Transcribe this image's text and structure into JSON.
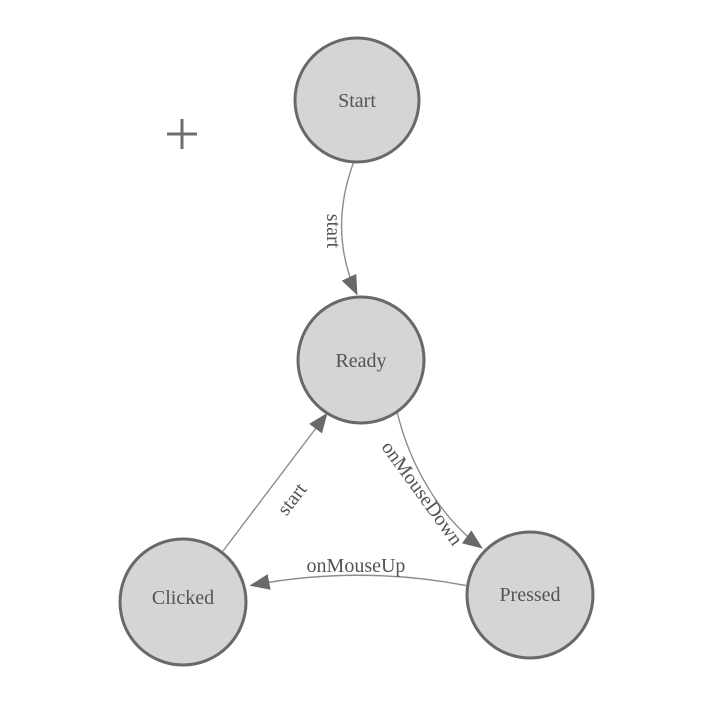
{
  "diagram": {
    "type": "state-machine",
    "nodes": [
      {
        "id": "start",
        "label": "Start"
      },
      {
        "id": "ready",
        "label": "Ready"
      },
      {
        "id": "clicked",
        "label": "Clicked"
      },
      {
        "id": "pressed",
        "label": "Pressed"
      }
    ],
    "edges": [
      {
        "from": "start",
        "to": "ready",
        "label": "start"
      },
      {
        "from": "clicked",
        "to": "ready",
        "label": "start"
      },
      {
        "from": "ready",
        "to": "pressed",
        "label": "onMouseDown"
      },
      {
        "from": "pressed",
        "to": "clicked",
        "label": "onMouseUp"
      }
    ],
    "colors": {
      "background": "#ffffff",
      "node_fill": "#d5d5d5",
      "node_stroke": "#696969",
      "edge_stroke": "#8c8c8c",
      "arrow_fill": "#696969",
      "label_text": "#545454",
      "crosshair": "#6e6e6e"
    }
  }
}
